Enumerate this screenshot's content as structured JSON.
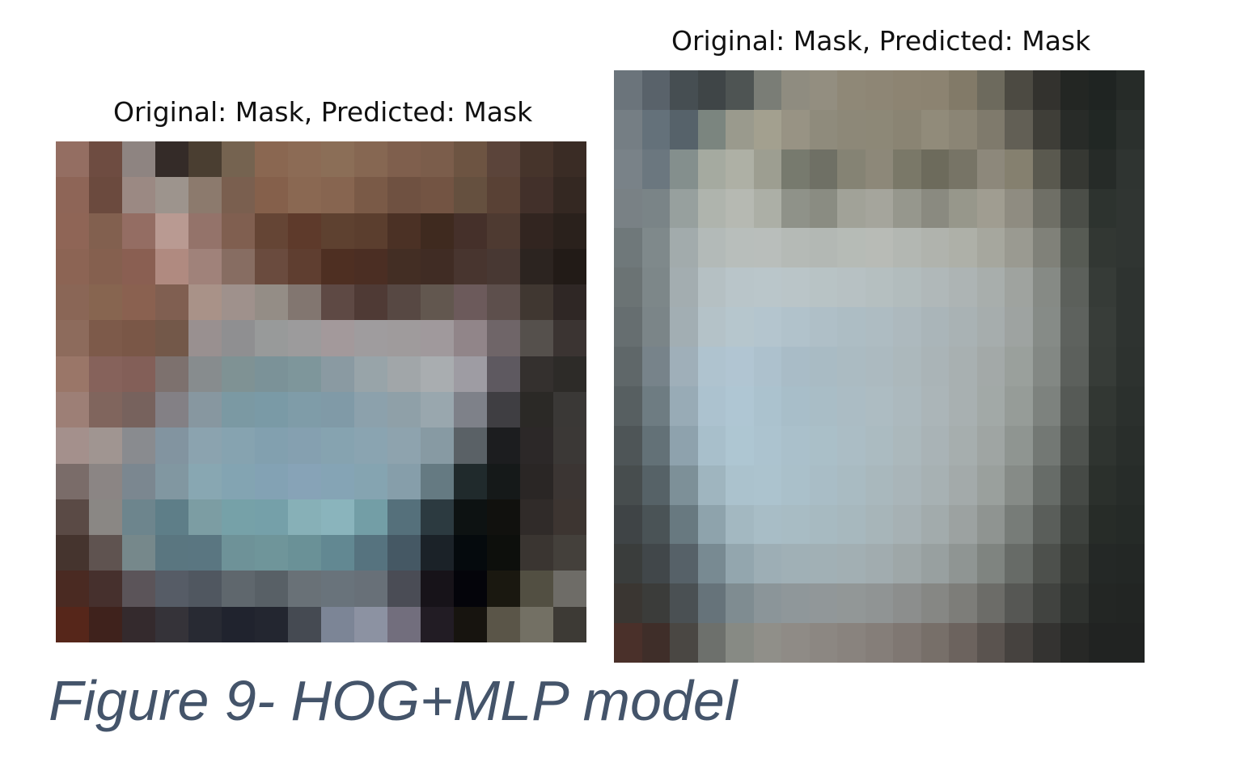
{
  "panels": [
    {
      "title": "Original: Mask, Predicted: Mask"
    },
    {
      "title": "Original: Mask, Predicted: Mask"
    }
  ],
  "caption": "Figure 9- HOG+MLP model"
}
